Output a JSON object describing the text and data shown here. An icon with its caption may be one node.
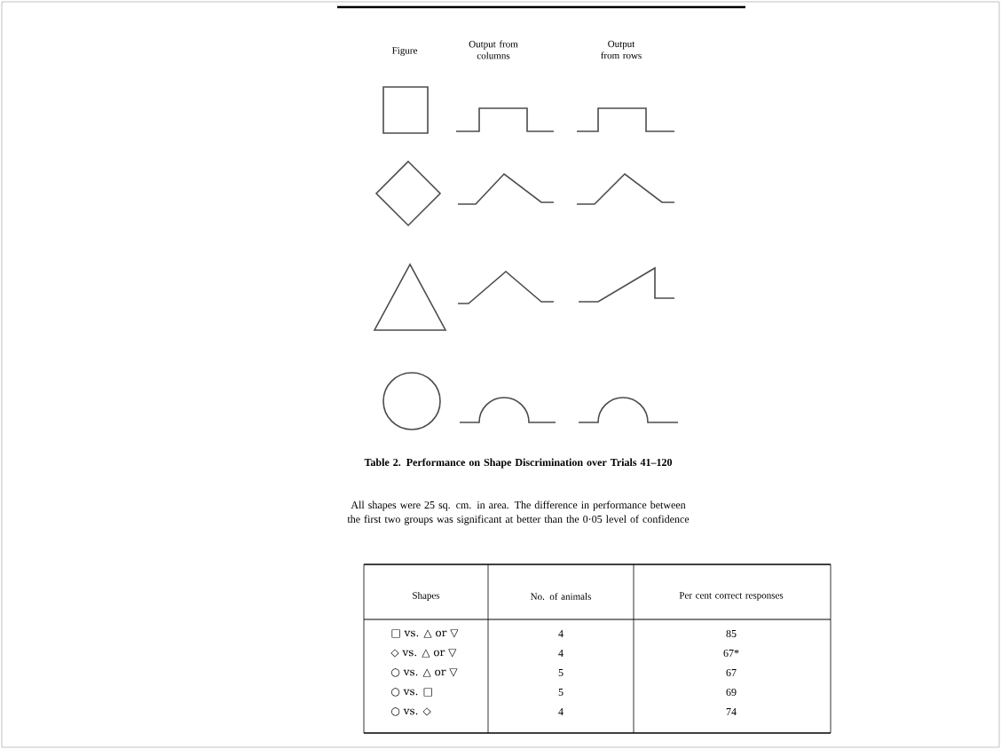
{
  "diagram": {
    "labels": [
      "Figure",
      "Output from columns",
      "Output from rows",
      "Table 2. Performance on Shape Discrimination over Trials 41–120",
      "All shapes were 25 sq. cm. in area. The difference in performance between the first two groups was significant at better than the 0·05 level of confidence",
      "Shapes",
      "No. of animals",
      "Per cent correct responses",
      "□ vs. △ or ▽",
      "4",
      "85",
      "◇ vs. △ or ▽",
      "4",
      "67*",
      "○ vs. △ or ▽",
      "5",
      "67",
      "○ vs. □",
      "5",
      "69",
      "○ vs. ◇",
      "4",
      "74"
    ]
  }
}
